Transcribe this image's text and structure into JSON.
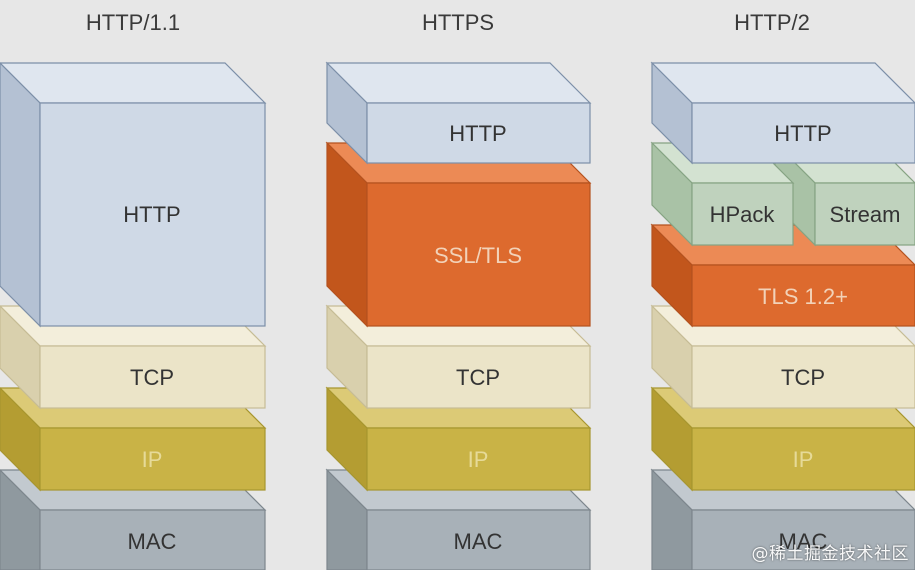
{
  "columns": [
    {
      "title": "HTTP/1.1"
    },
    {
      "title": "HTTPS"
    },
    {
      "title": "HTTP/2"
    }
  ],
  "layers": {
    "http": "HTTP",
    "ssl_tls": "SSL/TLS",
    "hpack": "HPack",
    "stream": "Stream",
    "tls12": "TLS 1.2+",
    "tcp": "TCP",
    "ip": "IP",
    "mac": "MAC"
  },
  "watermark": "@稀土掘金技术社区",
  "colors": {
    "http": "#cfd9e6",
    "ssl_tls": "#dd6a2e",
    "hpack": "#bfd2bd",
    "tcp": "#ebe4c8",
    "ip": "#c9b346",
    "mac": "#a8b1b8"
  }
}
